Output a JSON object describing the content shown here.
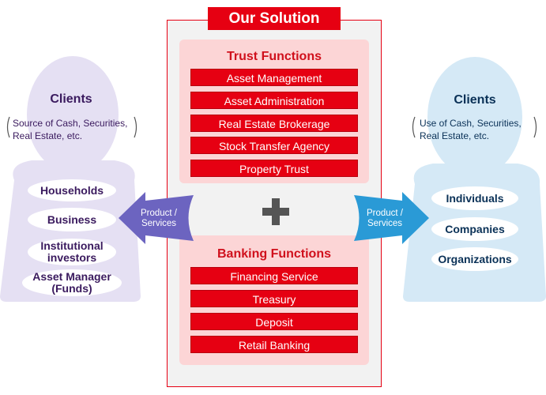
{
  "solution": {
    "title": "Our Solution",
    "trust": {
      "title": "Trust Functions",
      "items": [
        "Asset Management",
        "Asset Administration",
        "Real Estate Brokerage",
        "Stock Transfer Agency",
        "Property Trust"
      ]
    },
    "banking": {
      "title": "Banking Functions",
      "items": [
        "Financing Service",
        "Treasury",
        "Deposit",
        "Retail Banking"
      ]
    }
  },
  "left_clients": {
    "title": "Clients",
    "desc_line1": "Source of Cash, Securities,",
    "desc_line2": "Real Estate, etc.",
    "items": [
      {
        "line1": "Households",
        "line2": ""
      },
      {
        "line1": "Business",
        "line2": ""
      },
      {
        "line1": "Institutional",
        "line2": "investors"
      },
      {
        "line1": "Asset Manager",
        "line2": "(Funds)"
      }
    ]
  },
  "right_clients": {
    "title": "Clients",
    "desc_line1": "Use of Cash, Securities,",
    "desc_line2": "Real Estate, etc.",
    "items": [
      "Individuals",
      "Companies",
      "Organizations"
    ]
  },
  "arrows": {
    "left": {
      "line1": "Product /",
      "line2": "Services"
    },
    "right": {
      "line1": "Product /",
      "line2": "Services"
    }
  },
  "colors": {
    "red": "#e60012",
    "pink_panel": "#fcd5d6",
    "left_silhouette": "#e5e0f3",
    "right_silhouette": "#d5e9f6",
    "left_arrow": "#6c64c0",
    "right_arrow": "#2a9ad6"
  }
}
